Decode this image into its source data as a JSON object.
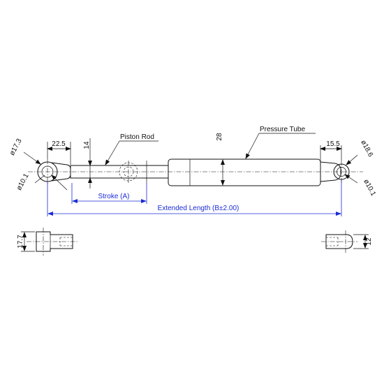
{
  "labels": {
    "piston_rod": "Piston Rod",
    "pressure_tube": "Pressure Tube",
    "stroke": "Stroke (A)",
    "extended_length": "Extended Length (B±2.00)"
  },
  "dimensions": {
    "left_eye_outer_dia": "ø17.3",
    "left_eye_inner_dia": "ø10.1",
    "left_end_length": "22.5",
    "rod_dia": "14",
    "tube_dia": "28",
    "right_end_length": "15.5",
    "right_eye_outer_dia": "ø18.6",
    "right_eye_inner_dia": "ø10.1",
    "left_end_width": "17.7",
    "right_end_width": "12"
  },
  "colors": {
    "line": "#111111",
    "dimension_blue": "#1a2bd6"
  }
}
